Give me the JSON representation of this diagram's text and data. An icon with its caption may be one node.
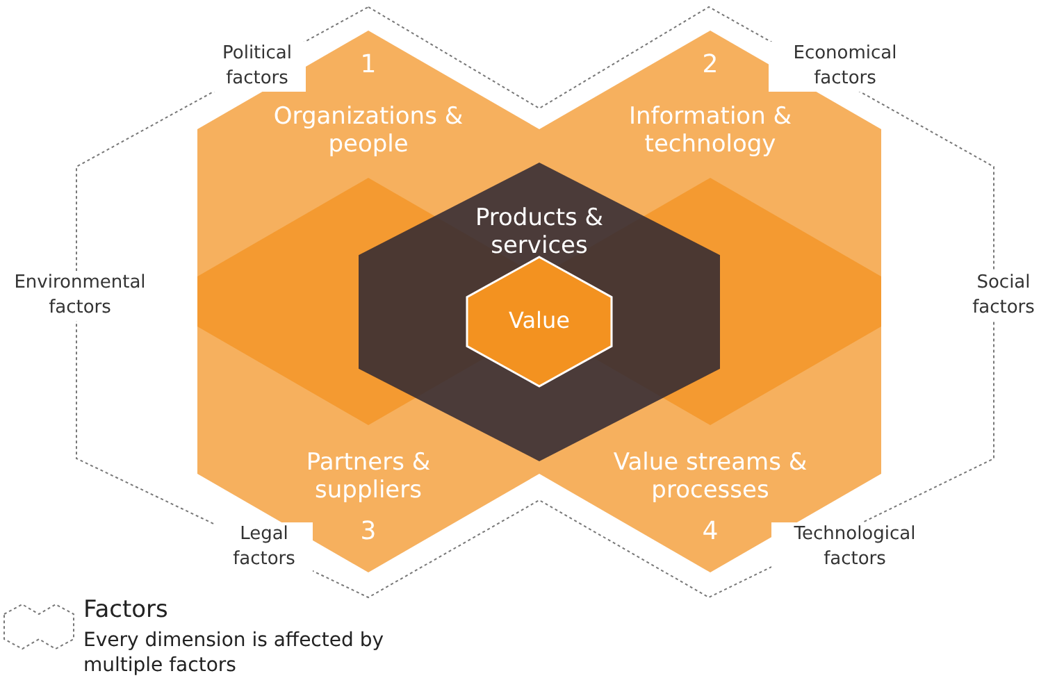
{
  "diagram": {
    "nodes": [
      {
        "text": [
          "1",
          "Organizations & people"
        ]
      },
      {
        "text": [
          "2",
          "Information & technology"
        ]
      },
      {
        "text": [
          "Products & services"
        ]
      },
      {
        "text": [
          "Value"
        ],
        "in": 2
      },
      {
        "text": [
          "Partners & suppliers",
          "3"
        ]
      },
      {
        "text": [
          "Value streams & processes",
          "4"
        ]
      }
    ],
    "edges": [],
    "labels": [
      "Political factors",
      "Economical factors",
      "Environmental factors",
      "Social factors",
      "Legal factors",
      "Technological factors",
      "Every dimension is affected by multiple factors"
    ],
    "legend": [
      {
        "text": "Factors"
      }
    ]
  }
}
